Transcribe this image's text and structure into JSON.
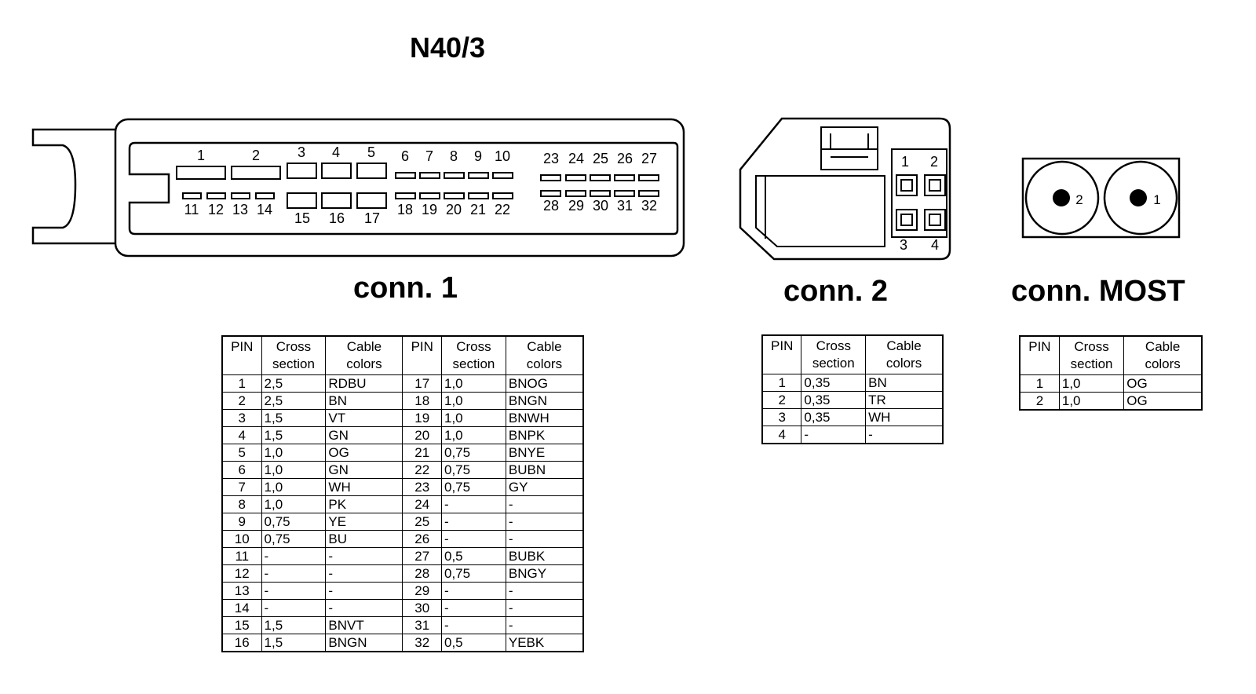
{
  "title": "N40/3",
  "connectors": {
    "conn1": {
      "label": "conn. 1",
      "pins_top": [
        "1",
        "2",
        "3",
        "4",
        "5",
        "6",
        "7",
        "8",
        "9",
        "10",
        "23",
        "24",
        "25",
        "26",
        "27"
      ],
      "pins_bottom": [
        "11",
        "12",
        "13",
        "14",
        "15",
        "16",
        "17",
        "18",
        "19",
        "20",
        "21",
        "22",
        "28",
        "29",
        "30",
        "31",
        "32"
      ]
    },
    "conn2": {
      "label": "conn. 2",
      "pins": [
        "1",
        "2",
        "3",
        "4"
      ]
    },
    "most": {
      "label": "conn. MOST",
      "pins": [
        "2",
        "1"
      ]
    }
  },
  "table_headers": {
    "pin": "PIN",
    "cross_line1": "Cross",
    "cross_line2": "section",
    "cable_line1": "Cable",
    "cable_line2": "colors"
  },
  "conn1_table": [
    [
      "1",
      "2,5",
      "RDBU",
      "17",
      "1,0",
      "BNOG"
    ],
    [
      "2",
      "2,5",
      "BN",
      "18",
      "1,0",
      "BNGN"
    ],
    [
      "3",
      "1,5",
      "VT",
      "19",
      "1,0",
      "BNWH"
    ],
    [
      "4",
      "1,5",
      "GN",
      "20",
      "1,0",
      "BNPK"
    ],
    [
      "5",
      "1,0",
      "OG",
      "21",
      "0,75",
      "BNYE"
    ],
    [
      "6",
      "1,0",
      "GN",
      "22",
      "0,75",
      "BUBN"
    ],
    [
      "7",
      "1,0",
      "WH",
      "23",
      "0,75",
      "GY"
    ],
    [
      "8",
      "1,0",
      "PK",
      "24",
      "-",
      "-"
    ],
    [
      "9",
      "0,75",
      "YE",
      "25",
      "-",
      "-"
    ],
    [
      "10",
      "0,75",
      "BU",
      "26",
      "-",
      "-"
    ],
    [
      "11",
      "-",
      "-",
      "27",
      "0,5",
      "BUBK"
    ],
    [
      "12",
      "-",
      "-",
      "28",
      "0,75",
      "BNGY"
    ],
    [
      "13",
      "-",
      "-",
      "29",
      "-",
      "-"
    ],
    [
      "14",
      "-",
      "-",
      "30",
      "-",
      "-"
    ],
    [
      "15",
      "1,5",
      "BNVT",
      "31",
      "-",
      "-"
    ],
    [
      "16",
      "1,5",
      "BNGN",
      "32",
      "0,5",
      "YEBK"
    ]
  ],
  "conn2_table": [
    [
      "1",
      "0,35",
      "BN"
    ],
    [
      "2",
      "0,35",
      "TR"
    ],
    [
      "3",
      "0,35",
      "WH"
    ],
    [
      "4",
      "-",
      "-"
    ]
  ],
  "most_table": [
    [
      "1",
      "1,0",
      "OG"
    ],
    [
      "2",
      "1,0",
      "OG"
    ]
  ]
}
